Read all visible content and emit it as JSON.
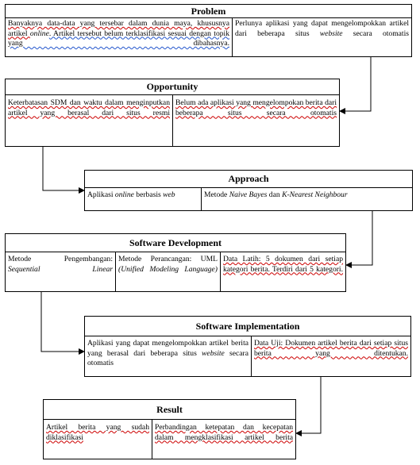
{
  "problem": {
    "title": "Problem",
    "left": [
      "Banyaknya data-data yang tersebar dalam dunia maya, ",
      "khususnya artikel ",
      "online",
      ". Artikel tersebut belum terklasifikasi sesuai dengan topik yang dibahasnya."
    ],
    "right": [
      "Perlunya aplikasi yang dapat mengelompokkan artikel dari beberapa situs ",
      "website",
      " secara otomatis"
    ]
  },
  "opportunity": {
    "title": "Opportunity",
    "left": "Keterbatasan SDM dan waktu dalam menginputkan artikel yang berasal dari situs resmi",
    "right": "Belum ada aplikasi yang mengelompokan berita dari beberapa situs secara otomatis"
  },
  "approach": {
    "title": "Approach",
    "left": [
      "Aplikasi ",
      "online",
      " berbasis ",
      "web"
    ],
    "right": [
      "Metode ",
      "Naive Bayes",
      " dan ",
      "K-Nearest Neighbour"
    ]
  },
  "software_development": {
    "title": "Software Development",
    "col1": [
      "Metode Pengembangan: ",
      "Sequential Linear"
    ],
    "col2": [
      "Metode Perancangan: UML ",
      "(Unified Modeling Language)"
    ],
    "col3": "Data Latih: 5 dokumen dari setiap kategori berita. Terdiri dari 5 kategori."
  },
  "software_implementation": {
    "title": "Software Implementation",
    "left": [
      "Aplikasi yang dapat mengelompokkan artikel berita yang berasal dari beberapa situs ",
      "website",
      " secara otomatis"
    ],
    "right": "Data Uji: Dokumen artikel berita dari setiap situs berita yang ditentukan."
  },
  "result": {
    "title": "Result",
    "left": "Artikel berita yang sudah diklasifikasi",
    "right": "Perbandingan ketepatan dan kecepatan dalam mengklasifikasi artikel berita"
  }
}
